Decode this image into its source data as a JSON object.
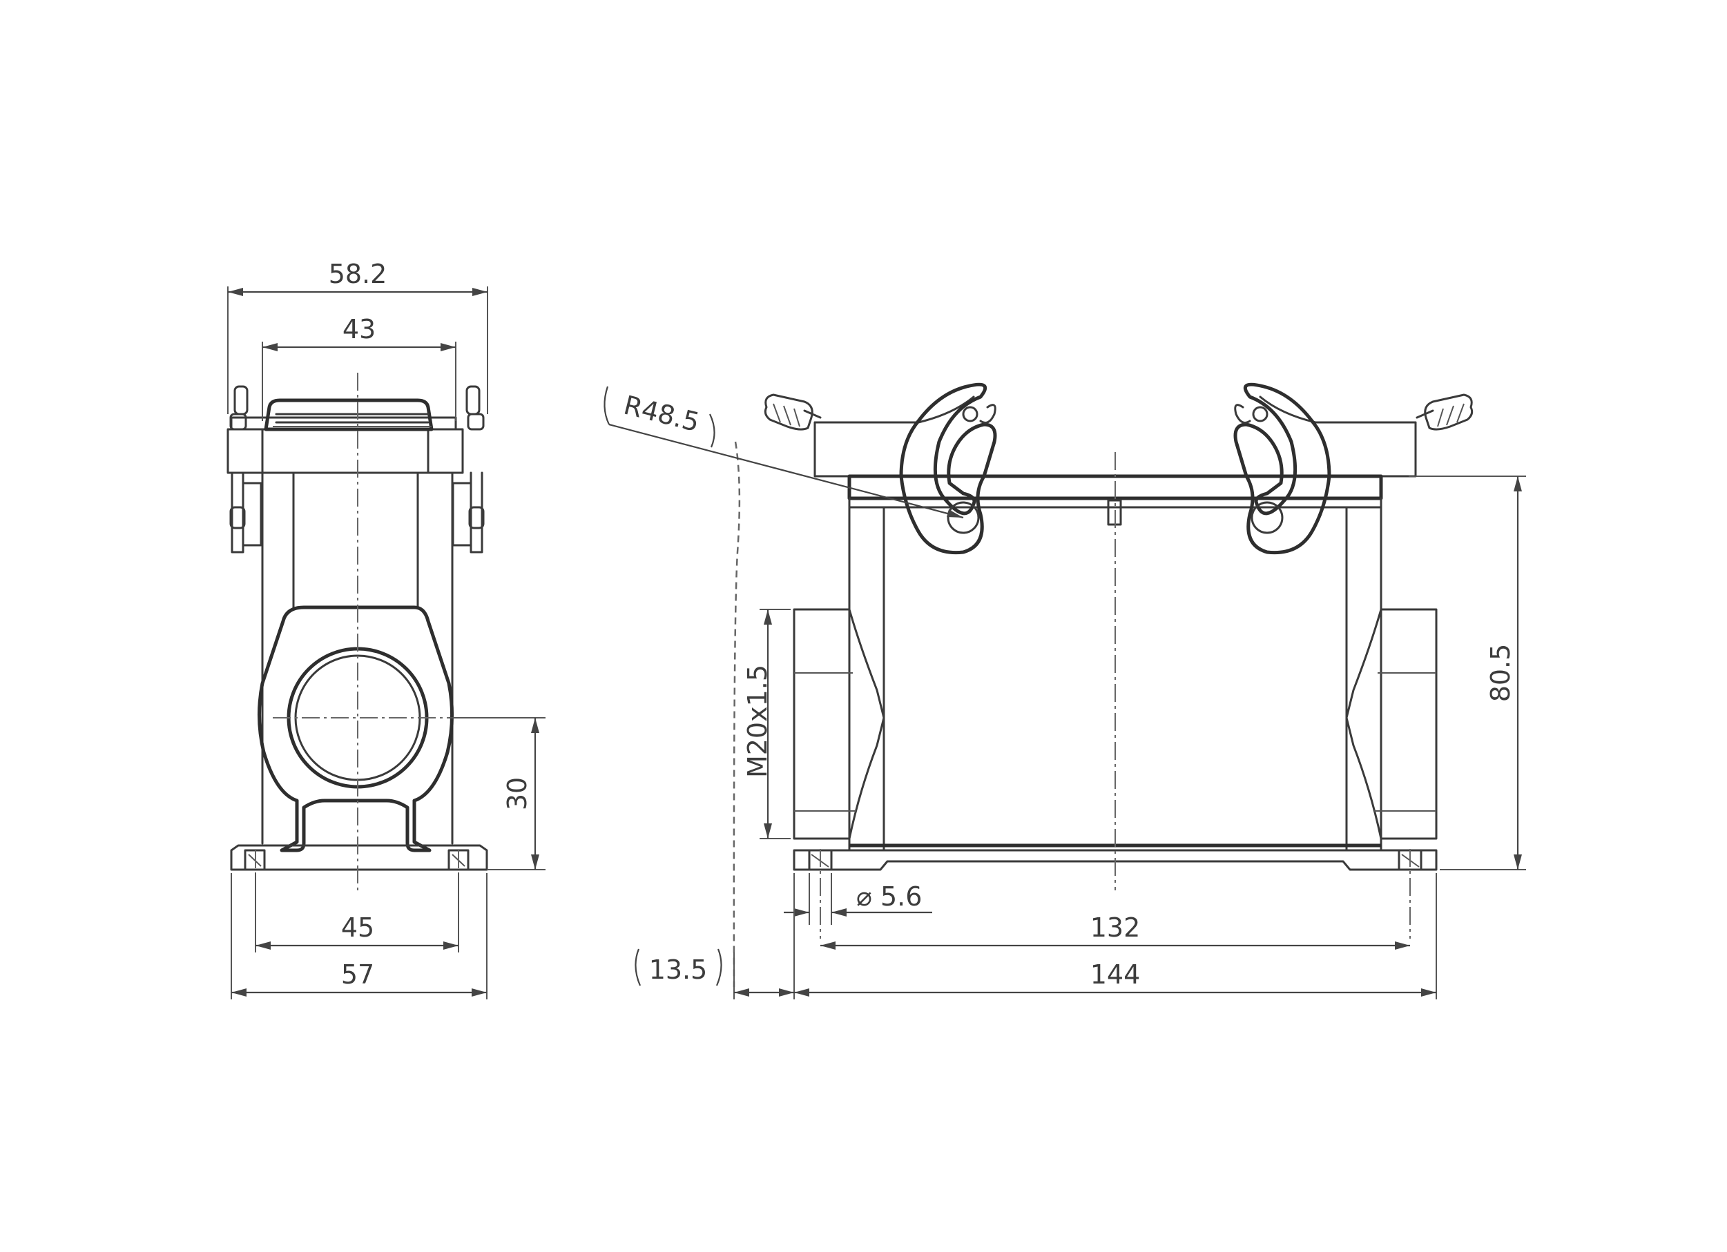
{
  "drawing": {
    "front_view": {
      "width_overall": "58.2",
      "width_top": "43",
      "entry_height": "30",
      "hole_spacing": "45",
      "base_width": "57"
    },
    "side_view": {
      "radius": "R48.5",
      "thread": "M20x1.5",
      "height": "80.5",
      "hole_diameter": "5.6",
      "hole_spacing": "132",
      "overall_length": "144",
      "offset": "13.5"
    }
  }
}
